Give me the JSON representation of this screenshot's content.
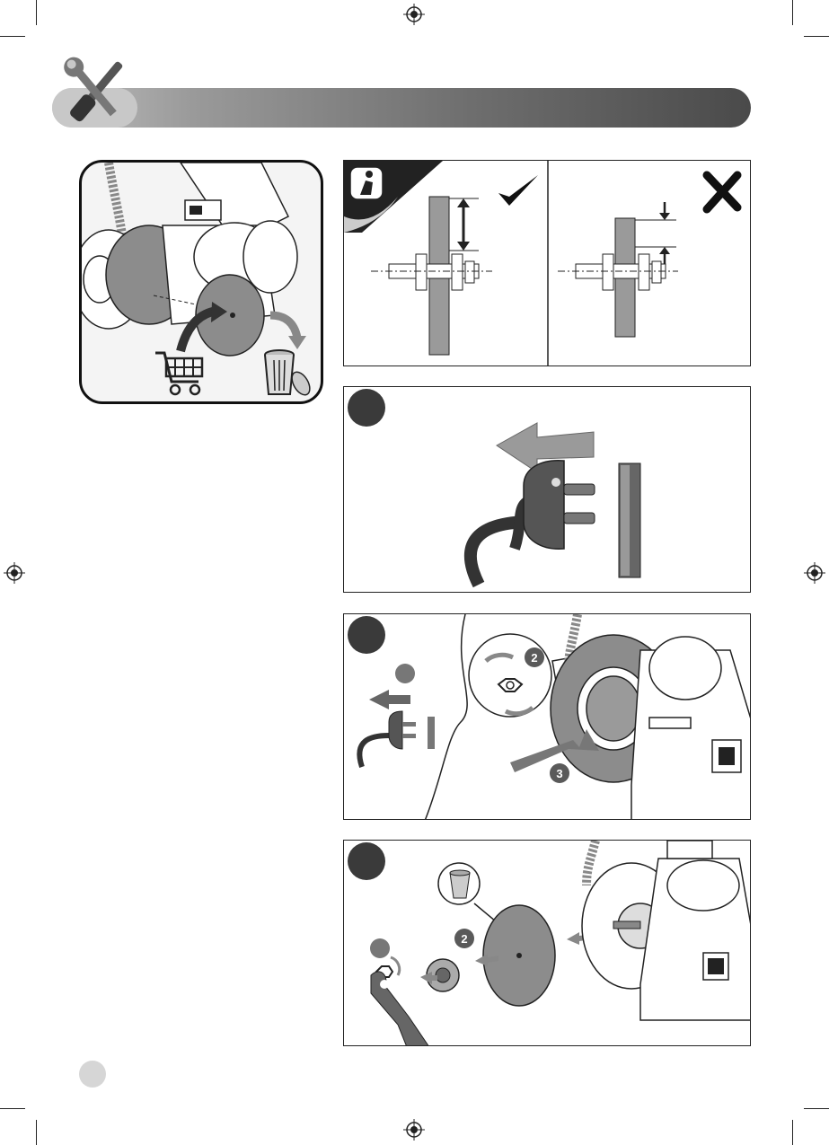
{
  "callouts": {
    "shaft_step_remove": "2",
    "guard_step_pull": "3",
    "wheel_step_remove": "2"
  },
  "icons": {
    "header": "tools-icon",
    "correct": "check-mark-icon",
    "wrong": "cross-mark-icon",
    "tip": "tip-figure-icon",
    "buy_new": "shopping-cart-icon",
    "discard": "trash-can-icon",
    "unplug": "unplug-icon",
    "wrench": "wrench-icon"
  },
  "colors": {
    "banner_dark": "#4a4a4a",
    "banner_light": "#bdbdbd",
    "wheel_gray": "#8c8c8c",
    "step_circle": "#3a3a3a"
  }
}
